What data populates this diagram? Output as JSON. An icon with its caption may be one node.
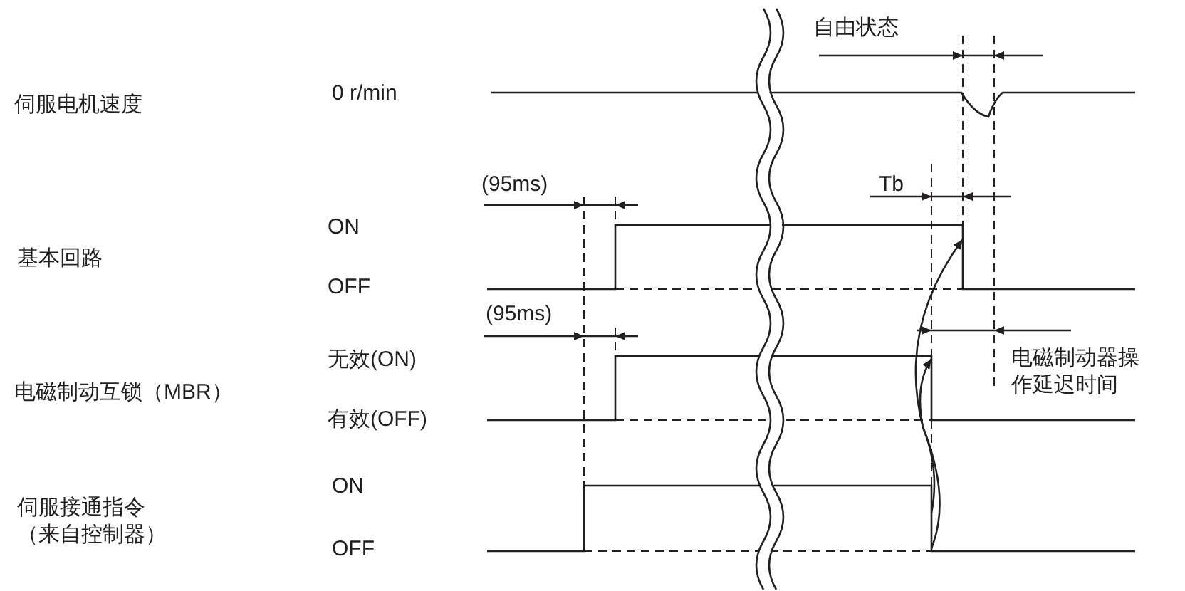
{
  "diagram": {
    "labels": [
      "自由状态",
      "伺服电机速度",
      "0 r/min",
      "(95ms)",
      "Tb",
      "ON",
      "基本回路",
      "OFF",
      "(95ms)",
      "无效(ON)",
      "电磁制动器操作延迟时间",
      "电磁制动互锁（MBR）",
      "有效(OFF)",
      "ON",
      "伺服接通指令（来自控制器）",
      "OFF"
    ]
  }
}
